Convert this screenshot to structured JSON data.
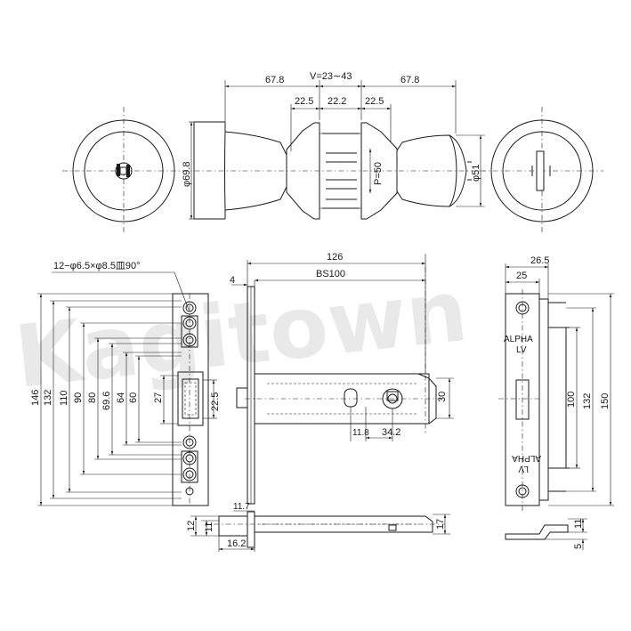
{
  "watermark": "Kagitown",
  "top_view": {
    "dim_left_width": "67.8",
    "dim_right_width": "67.8",
    "dim_v_range": "V=23∼43",
    "dim_rose_left": "22.5",
    "dim_gap": "22.2",
    "dim_rose_right": "22.5",
    "dim_outer_dia": "φ69.8",
    "dim_pitch": "P=50",
    "dim_knob_dia": "φ51"
  },
  "front_view": {
    "hole_note": "12−φ6.5×φ8.5皿90°",
    "dims_vertical": [
      "146",
      "132",
      "110",
      "90",
      "80",
      "69.6",
      "64",
      "60",
      "27",
      "22.5"
    ]
  },
  "side_view": {
    "dim_overall": "126",
    "dim_backset": "BS100",
    "dim_face": "4",
    "dim_case_height": "30",
    "dim_spindle_offset": "11.8",
    "dim_spindle_to_cyl": "34.2"
  },
  "bottom_view": {
    "dim_12": "12",
    "dim_11_left": "11",
    "dim_11_7": "11.7",
    "dim_16_2": "16.2",
    "dim_17": "17"
  },
  "strike_view": {
    "dim_26_5": "26.5",
    "dim_25": "25",
    "label_top": "ALPHA",
    "label_top_sub": "LV",
    "label_bottom": "ALPHA",
    "label_bottom_sub": "LV",
    "dim_100": "100",
    "dim_132": "132",
    "dim_150": "150",
    "dim_11": "11",
    "dim_5": "5"
  }
}
